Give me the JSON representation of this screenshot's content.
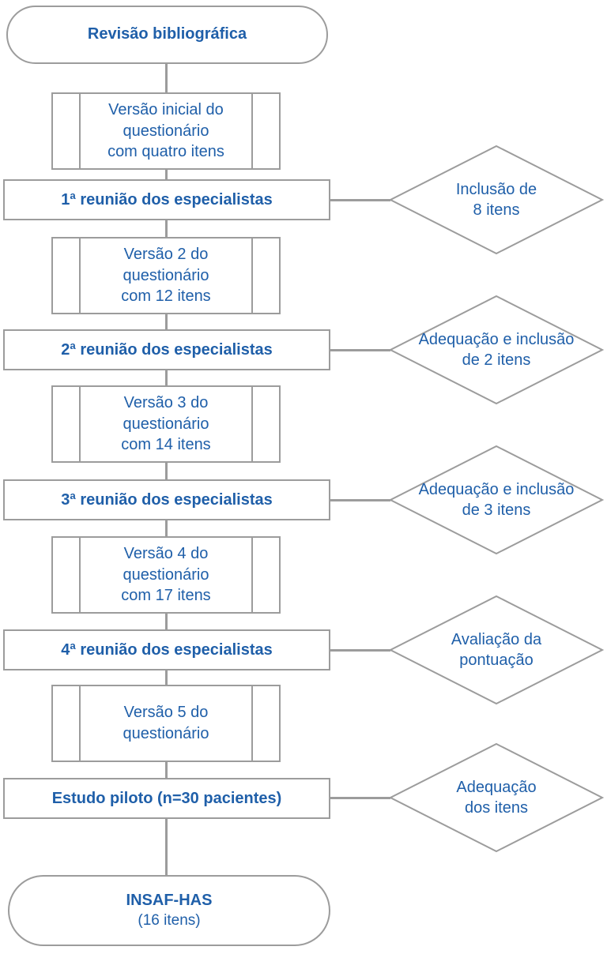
{
  "flowchart": {
    "type": "flowchart",
    "language": "pt",
    "colors": {
      "accent": "#1f5fa9",
      "line": "#9c9c9c",
      "background": "#ffffff"
    },
    "nodes": {
      "revisao": {
        "shape": "terminator",
        "label": "Revisão bibliográfica"
      },
      "versao_inicial": {
        "shape": "subprocess",
        "label": "Versão inicial do\nquestionário\ncom quatro itens"
      },
      "reuniao_1": {
        "shape": "process",
        "label": "1ª reunião dos especialistas"
      },
      "inclusao_8_itens": {
        "shape": "decision",
        "label": "Inclusão de\n8 itens"
      },
      "versao_2": {
        "shape": "subprocess",
        "label": "Versão 2 do\nquestionário\ncom 12 itens"
      },
      "reuniao_2": {
        "shape": "process",
        "label": "2ª reunião dos especialistas"
      },
      "adequacao_inclusao_2": {
        "shape": "decision",
        "label": "Adequação e inclusão\nde 2 itens"
      },
      "versao_3": {
        "shape": "subprocess",
        "label": "Versão 3 do\nquestionário\ncom 14 itens"
      },
      "reuniao_3": {
        "shape": "process",
        "label": "3ª reunião dos especialistas"
      },
      "adequacao_inclusao_3": {
        "shape": "decision",
        "label": "Adequação e inclusão\nde 3 itens"
      },
      "versao_4": {
        "shape": "subprocess",
        "label": "Versão 4 do\nquestionário\ncom 17 itens"
      },
      "reuniao_4": {
        "shape": "process",
        "label": "4ª reunião dos especialistas"
      },
      "avaliacao_pontuacao": {
        "shape": "decision",
        "label": "Avaliação da\npontuação"
      },
      "versao_5": {
        "shape": "subprocess",
        "label": "Versão 5 do\nquestionário"
      },
      "estudo_piloto": {
        "shape": "process",
        "label": "Estudo piloto (n=30 pacientes)"
      },
      "adequacao_itens": {
        "shape": "decision",
        "label": "Adequação\ndos itens"
      },
      "insaf_has": {
        "shape": "terminator",
        "title": "INSAF-HAS",
        "subtitle": "(16 itens)"
      }
    }
  }
}
